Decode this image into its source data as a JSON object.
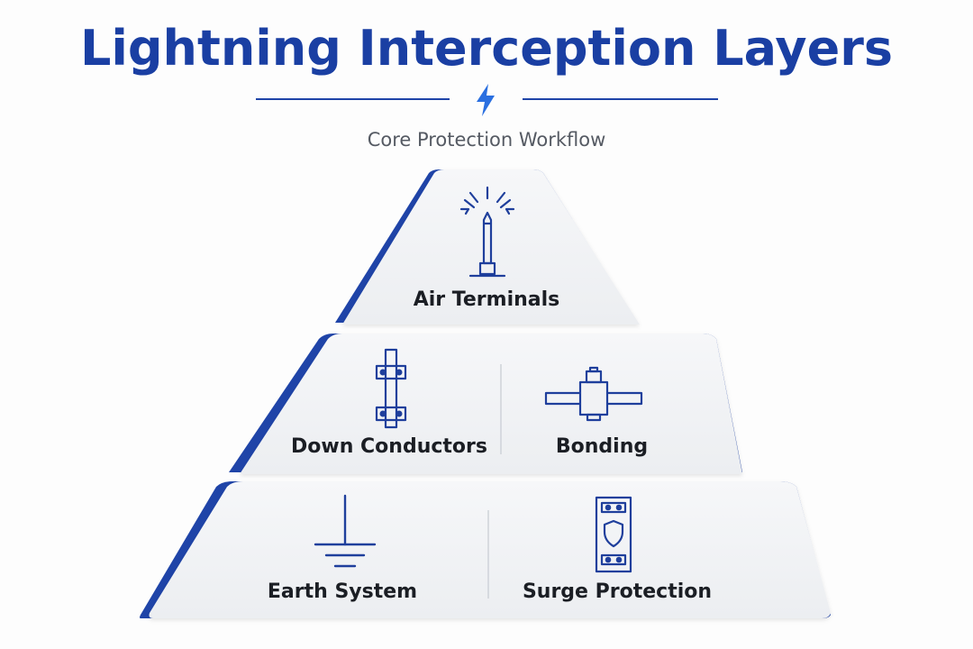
{
  "title": "Lightning Interception Layers",
  "subtitle": "Core Protection Workflow",
  "colors": {
    "accent": "#1a3fa3",
    "icon_stroke": "#1f3f9c",
    "layer_fill": "#f1f2f4"
  },
  "layers": [
    {
      "items": [
        {
          "label": "Air Terminals",
          "icon": "air-terminal-icon"
        }
      ]
    },
    {
      "items": [
        {
          "label": "Down Conductors",
          "icon": "down-conductor-icon"
        },
        {
          "label": "Bonding",
          "icon": "bonding-icon"
        }
      ]
    },
    {
      "items": [
        {
          "label": "Earth System",
          "icon": "earth-ground-icon"
        },
        {
          "label": "Surge Protection",
          "icon": "surge-protection-icon"
        }
      ]
    }
  ]
}
